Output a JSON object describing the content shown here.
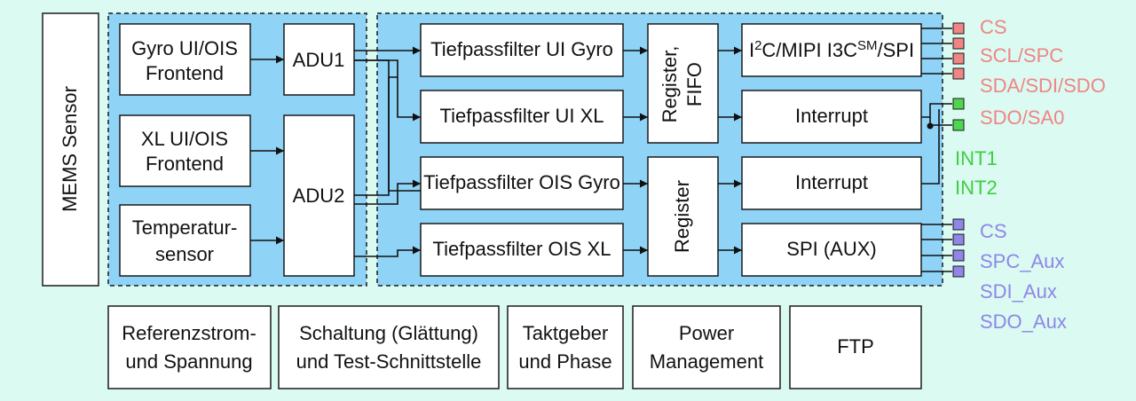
{
  "mems_sensor": "MEMS Sensor",
  "frontends": {
    "gyro": [
      "Gyro UI/OIS",
      "Frontend"
    ],
    "xl": [
      "XL UI/OIS",
      "Frontend"
    ],
    "temp": [
      "Temperatur-",
      "sensor"
    ]
  },
  "adc": {
    "adu1": "ADU1",
    "adu2": "ADU2"
  },
  "filters": {
    "ui_gyro": "Tiefpassfilter UI Gyro",
    "ui_xl": "Tiefpassfilter UI XL",
    "ois_gyro": "Tiefpassfilter OIS Gyro",
    "ois_xl": "Tiefpassfilter OIS XL"
  },
  "registers": {
    "fifo": [
      "Register,",
      "FIFO"
    ],
    "ois": "Register"
  },
  "interfaces": {
    "bus_prefix": "I",
    "bus_sup1": "2",
    "bus_mid": "C/MIPI I3C",
    "bus_sup2": "SM",
    "bus_suffix": "/SPI",
    "interrupt1": "Interrupt",
    "interrupt2": "Interrupt",
    "spi_aux": "SPI (AUX)"
  },
  "pins": {
    "red": [
      "CS",
      "SCL/SPC",
      "SDA/SDI/SDO",
      "SDO/SA0"
    ],
    "green": [
      "INT1",
      "INT2"
    ],
    "purple": [
      "CS",
      "SPC_Aux",
      "SDI_Aux",
      "SDO_Aux"
    ]
  },
  "bottom_blocks": [
    [
      "Referenzstrom-",
      "und Spannung"
    ],
    [
      "Schaltung (Glättung)",
      "und Test-Schnittstelle"
    ],
    [
      "Taktgeber",
      "und Phase"
    ],
    [
      "Power",
      "Management"
    ],
    [
      "FTP"
    ]
  ]
}
